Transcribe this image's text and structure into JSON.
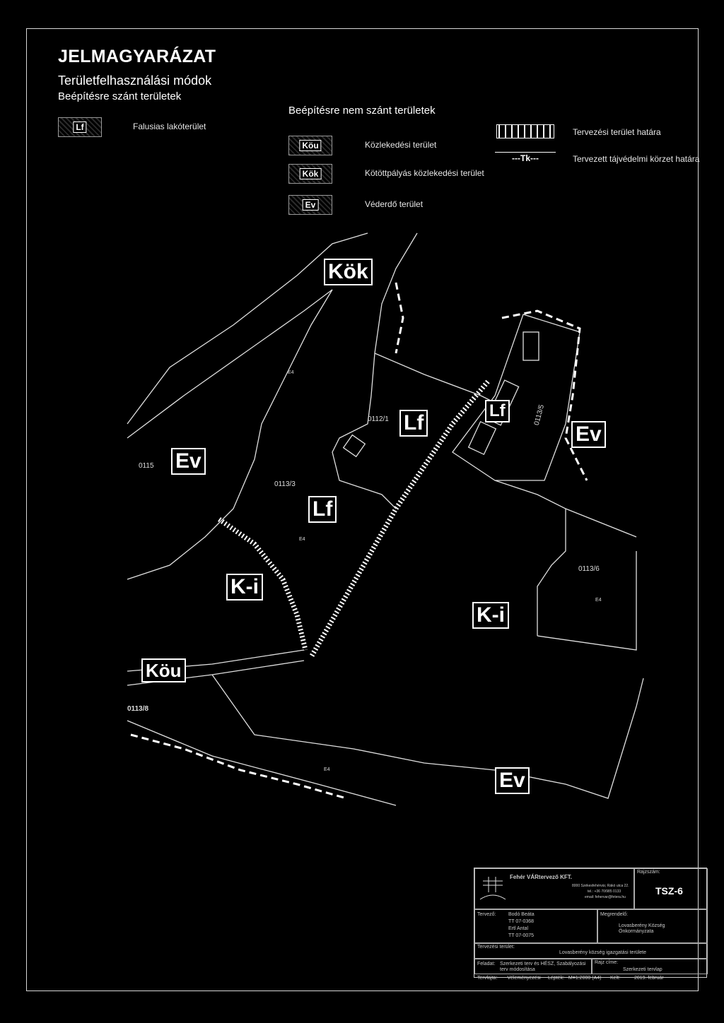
{
  "legend": {
    "heading": "JELMAGYARÁZAT",
    "subheading": "Területfelhasználási módok",
    "built_heading": "Beépítésre szánt területek",
    "nonbuilt_heading": "Beépítésre nem szánt területek",
    "items": [
      {
        "code": "Lf",
        "label": "Falusias lakóterület"
      },
      {
        "code": "Köu",
        "label": "Közlekedési terület"
      },
      {
        "code": "Kök",
        "label": "Kötöttpályás közlekedési terület"
      },
      {
        "code": "Ev",
        "label": "Véderdő terület"
      }
    ],
    "boundary": {
      "symbol": "",
      "label": "Tervezési terület határa"
    },
    "landscape": {
      "symbol": "---Tk---",
      "label": "Tervezett tájvédelmi körzet határa"
    }
  },
  "map": {
    "zones": {
      "kok": "Kök",
      "ev_left": "Ev",
      "ev_right": "Ev",
      "ev_bottom": "Ev",
      "lf_center": "Lf",
      "lf_lower": "Lf",
      "lf_small": "Lf",
      "ki_left": "K-i",
      "ki_right": "K-i",
      "kou": "Köu"
    },
    "parcels": {
      "p0115": "0115",
      "p0112_1": "0112/1",
      "p0113_3": "0113/3",
      "p0113_5": "0113/5",
      "p0113_6": "0113/6",
      "p0113_8": "0113/8",
      "e4_1": "E4",
      "e4_2": "E4",
      "e4_3": "E4",
      "e4_4": "E4"
    }
  },
  "titleblock": {
    "company": "Fehér VÁRtervező KFT.",
    "company_addr": "8000 Székesfehérvár, Rákó utca 22.",
    "company_tel": "tel.: +36 70/985 0133",
    "company_mail": "email: fehervar@fetera.hu",
    "drawing_no_label": "Rajzszám:",
    "drawing_no": "TSZ-6",
    "designer_label": "Tervező:",
    "designer_lines": [
      "Bodó Beáta",
      "TT 07-0368",
      "Ertl Antal",
      "TT 07-0075"
    ],
    "client_label": "Megrendelő:",
    "client_lines": [
      "Lovasberény Község",
      "Önkormányzata"
    ],
    "area_label": "Tervezési terület:",
    "area_value": "Lovasberény község igazgatási területe",
    "task_label": "Feladat:",
    "task_lines": [
      "Szerkezeti terv és HÉSZ, Szabályozási",
      "terv módosítása"
    ],
    "drawing_title_label": "Rajz címe:",
    "drawing_title": "Szerkezeti tervlap",
    "type_label": "Tervfajta:",
    "type_value": "Véleményezési",
    "scale_label": "Lépték:",
    "scale_value": "M=1:2000 (A4)",
    "date_label": "Kelt:",
    "date_value": "2019. február"
  }
}
